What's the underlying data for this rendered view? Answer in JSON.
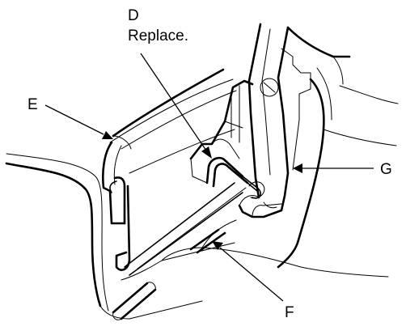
{
  "callouts": {
    "d_letter": "D",
    "d_note": "Replace.",
    "e_letter": "E",
    "f_letter": "F",
    "g_letter": "G"
  }
}
